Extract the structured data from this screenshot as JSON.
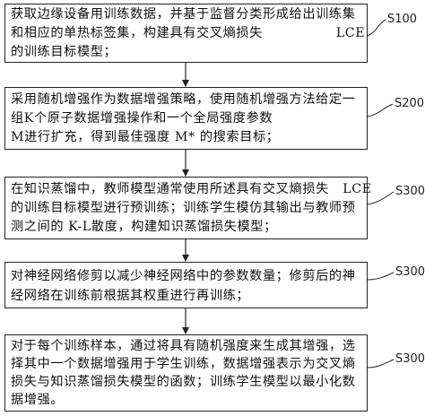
{
  "steps": [
    {
      "label": "S100",
      "lines": [
        "获取边缘设备用训练数据，并基于监督分类形成给出训练集",
        "和相应的单热标签集，构建具有交叉熵损失                LCE",
        "的训练目标模型；"
      ]
    },
    {
      "label": "S200",
      "lines": [
        "采用随机增强作为数据增强策略，使用随机增强方法给定一",
        "组K个原子数据增强操作和一个全局强度参数",
        "M进行扩充，得到最佳强度 M* 的搜索目标；"
      ]
    },
    {
      "label": "S300",
      "lines": [
        "在知识蒸馏中，教师模型通常使用所述具有交叉熵损失   LCE",
        "的训练目标模型进行预训练；训练学生模仿其输出与教师预",
        "测之间的 K-L散度，构建知识蒸馏损失模型；"
      ]
    },
    {
      "label": "S300",
      "lines": [
        "对神经网络修剪以减少神经网络中的参数数量；修剪后的神",
        "经网络在训练前根据其权重进行再训练；"
      ]
    },
    {
      "label": "S300",
      "lines": [
        "对于每个训练样本，通过将具有随机强度来生成其增强，选",
        "择其中一个数据增强用于学生训练，数据增强表示为交叉熵",
        "损失与知识蒸馏损失模型的函数；训练学生模型以最小化数",
        "据增强。"
      ]
    }
  ]
}
